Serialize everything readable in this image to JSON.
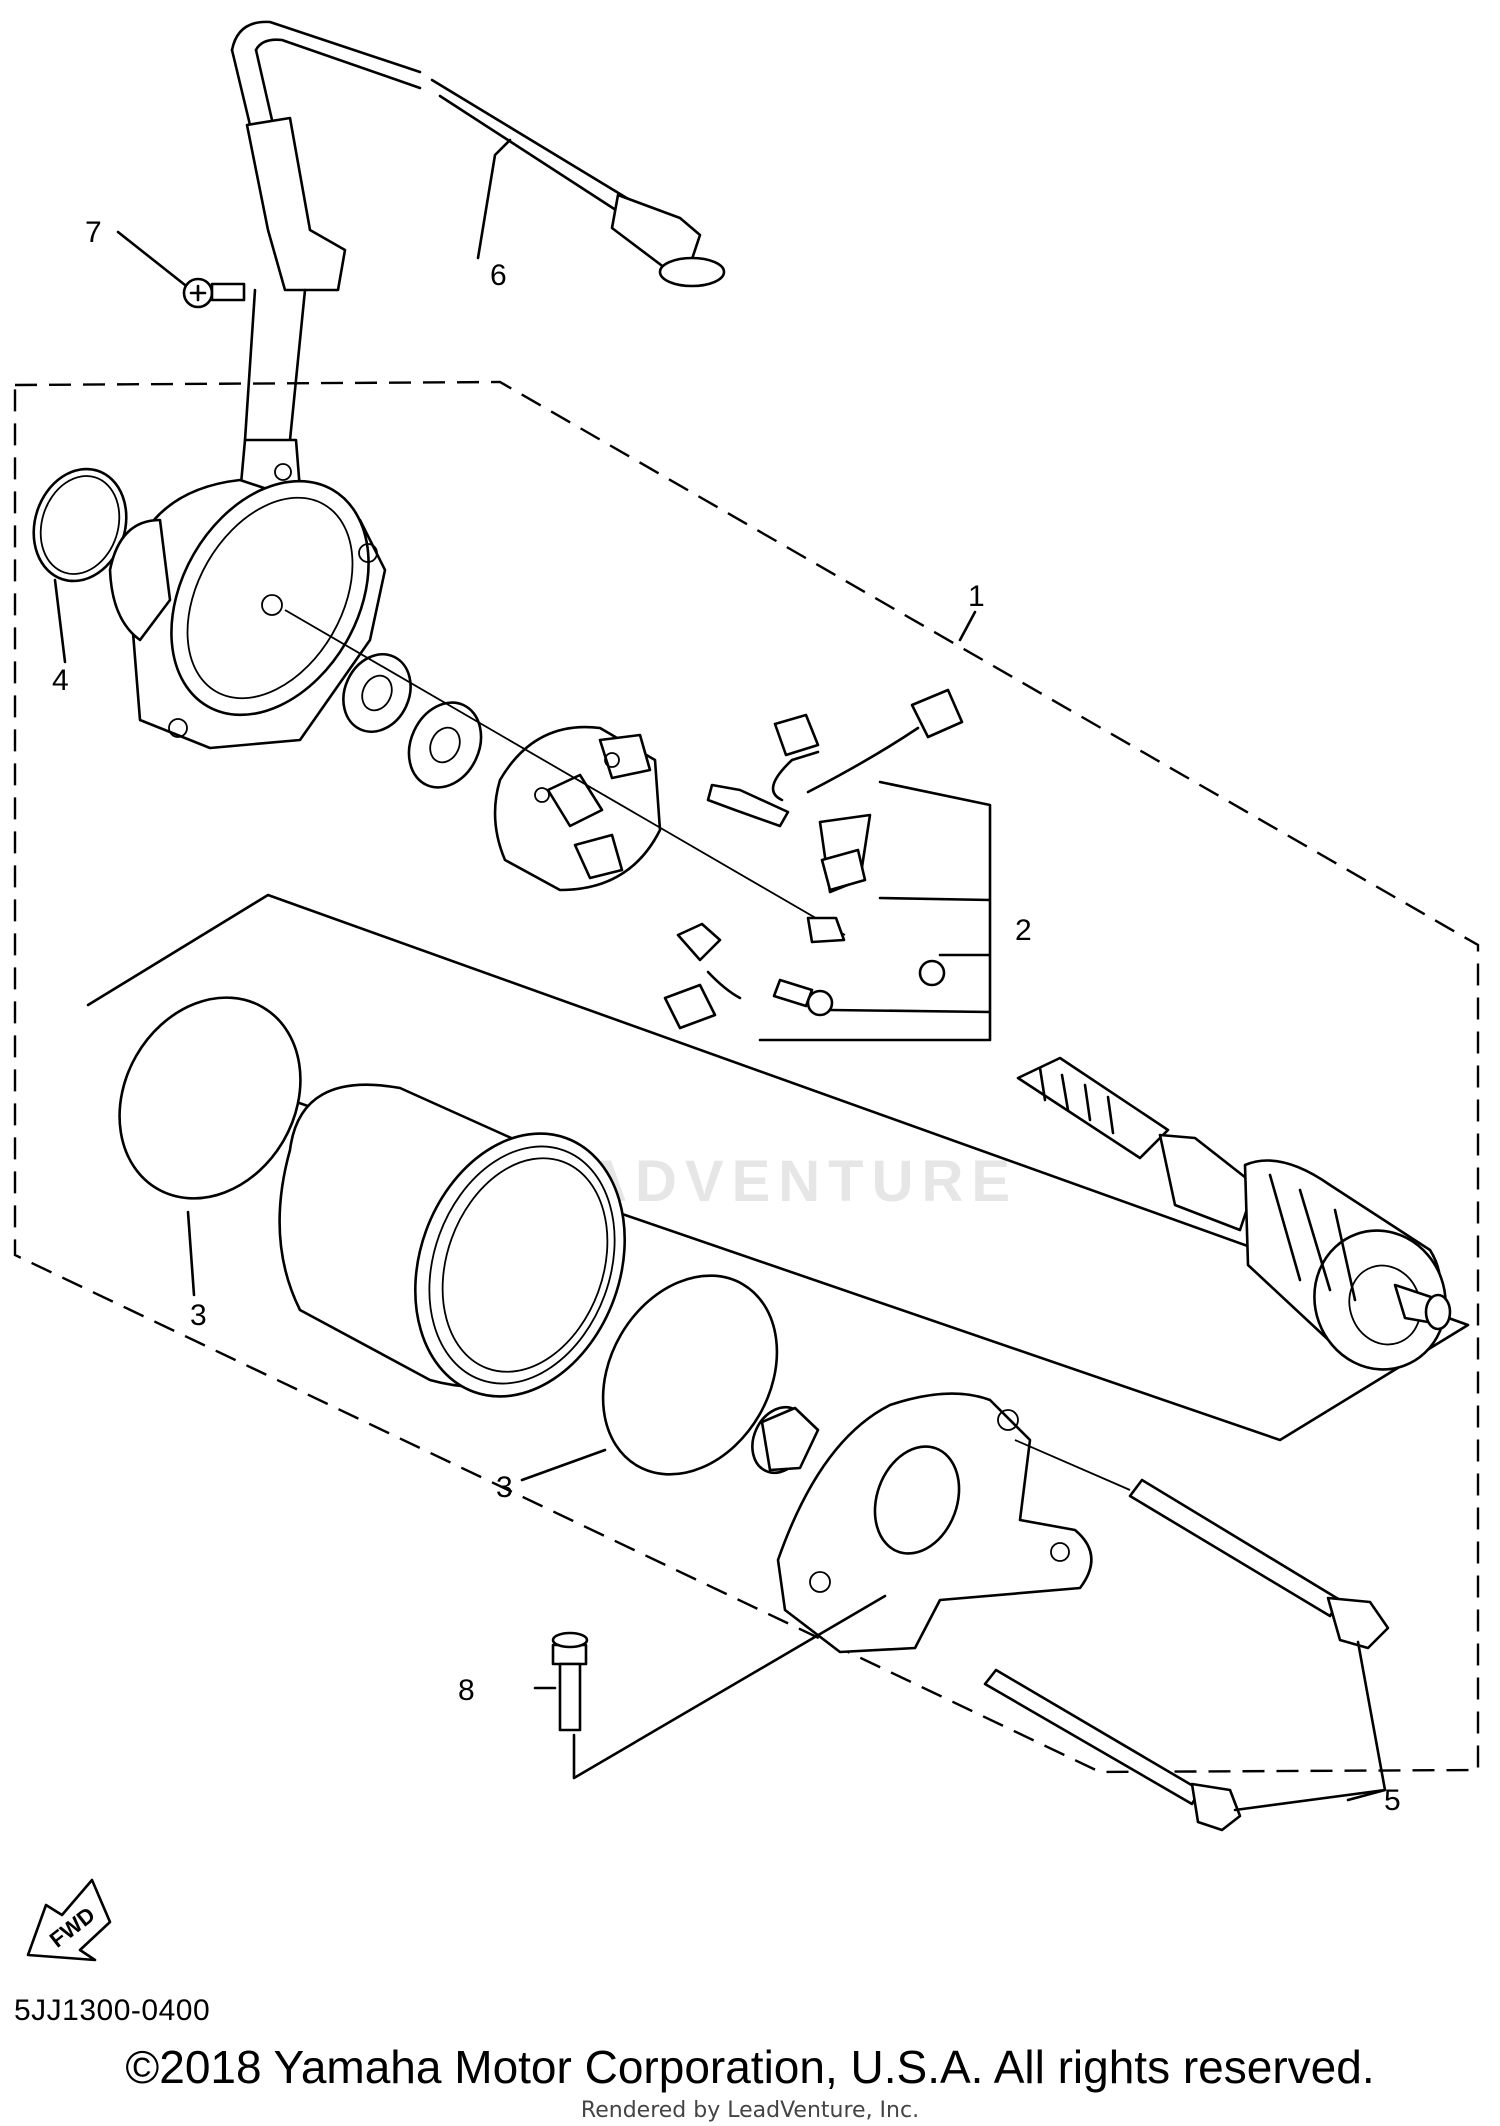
{
  "diagram": {
    "callouts": [
      "1",
      "2",
      "3",
      "3",
      "4",
      "5",
      "6",
      "7",
      "8"
    ],
    "fwd_label": "FWD"
  },
  "footer": {
    "diagram_code": "5JJ1300-0400",
    "copyright": "©2018 Yamaha Motor Corporation, U.S.A. All rights reserved.",
    "rendered_by": "Rendered by LeadVenture, Inc."
  },
  "watermark": {
    "text": "LEADVENTURE"
  }
}
